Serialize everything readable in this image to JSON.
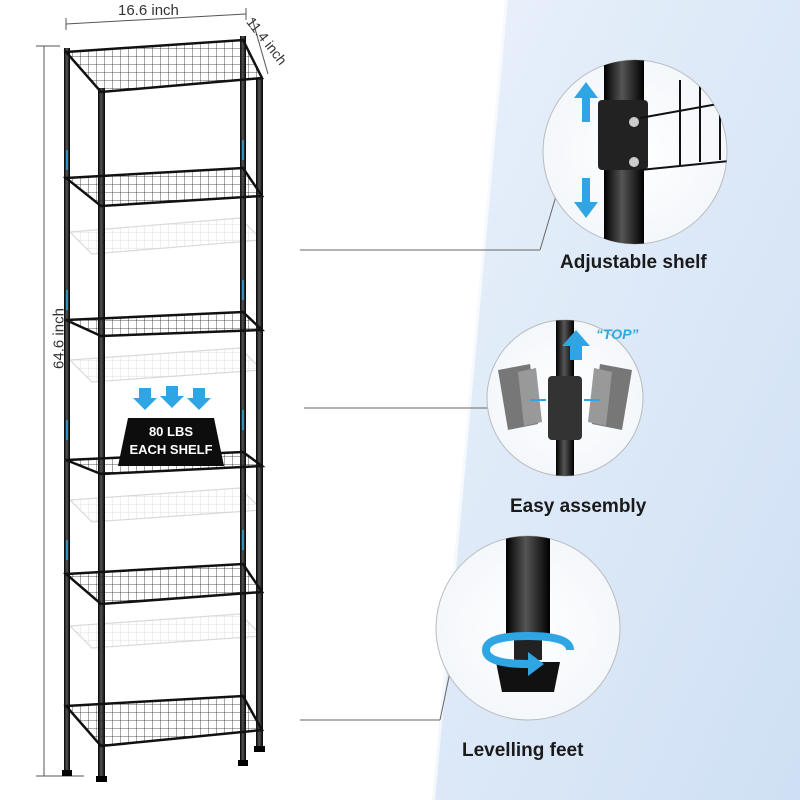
{
  "dimensions": {
    "width": "16.6 inch",
    "depth": "11.4 inch",
    "height": "64.6  inch"
  },
  "load_badge": {
    "line1": "80 LBS",
    "line2": "EACH SHELF"
  },
  "features": [
    {
      "label": "Adjustable shelf",
      "icon": "up-down-arrows-icon"
    },
    {
      "label": "Easy assembly",
      "icon": "top-arrow-icon",
      "callout": "“TOP”"
    },
    {
      "label": "Levelling feet",
      "icon": "rotate-arrow-icon"
    }
  ],
  "colors": {
    "background_blue": "#dde9f7",
    "accent_blue": "#2fa6e3",
    "shelf_black": "#111111",
    "badge_black": "#0d0d0d"
  }
}
